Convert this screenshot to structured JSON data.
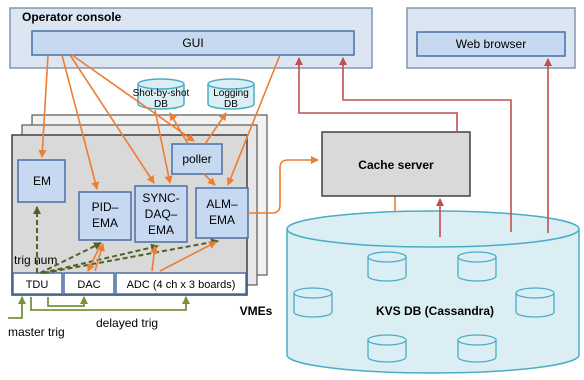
{
  "operator_console": {
    "title": "Operator console",
    "gui_label": "GUI"
  },
  "web_browser": {
    "label": "Web browser"
  },
  "databases": {
    "shot_db": [
      "Shot-by-shot",
      "DB"
    ],
    "logging_db": [
      "Logging",
      "DB"
    ]
  },
  "vme": {
    "label": "VMEs",
    "em": "EM",
    "pid_ema": [
      "PID–",
      "EMA"
    ],
    "sync_daq_ema": [
      "SYNC-",
      "DAQ–",
      "EMA"
    ],
    "poller": "poller",
    "alm_ema": [
      "ALM–",
      "EMA"
    ],
    "trig_num": "trig num",
    "tdu": "TDU",
    "dac": "DAC",
    "adc": "ADC (4 ch x 3 boards)"
  },
  "cache_server": {
    "label": "Cache server"
  },
  "kvs_db": {
    "label": "KVS DB (Cassandra)"
  },
  "inputs": {
    "master_trig": "master trig",
    "delayed_trig": "delayed trig"
  },
  "colors": {
    "panel_fill": "#dce6f2",
    "panel_stroke": "#8497b0",
    "module_fill": "#c6d9f1",
    "module_stroke": "#4a6fa5",
    "gray_box": "#d9d9d9",
    "cylinder_fill": "#dbeef4",
    "cylinder_stroke": "#4bacc6",
    "orange_arrow": "#ed7d31",
    "red_arrow": "#c0504d",
    "green_dashed": "#4f6228",
    "green_arrow": "#76923c"
  }
}
